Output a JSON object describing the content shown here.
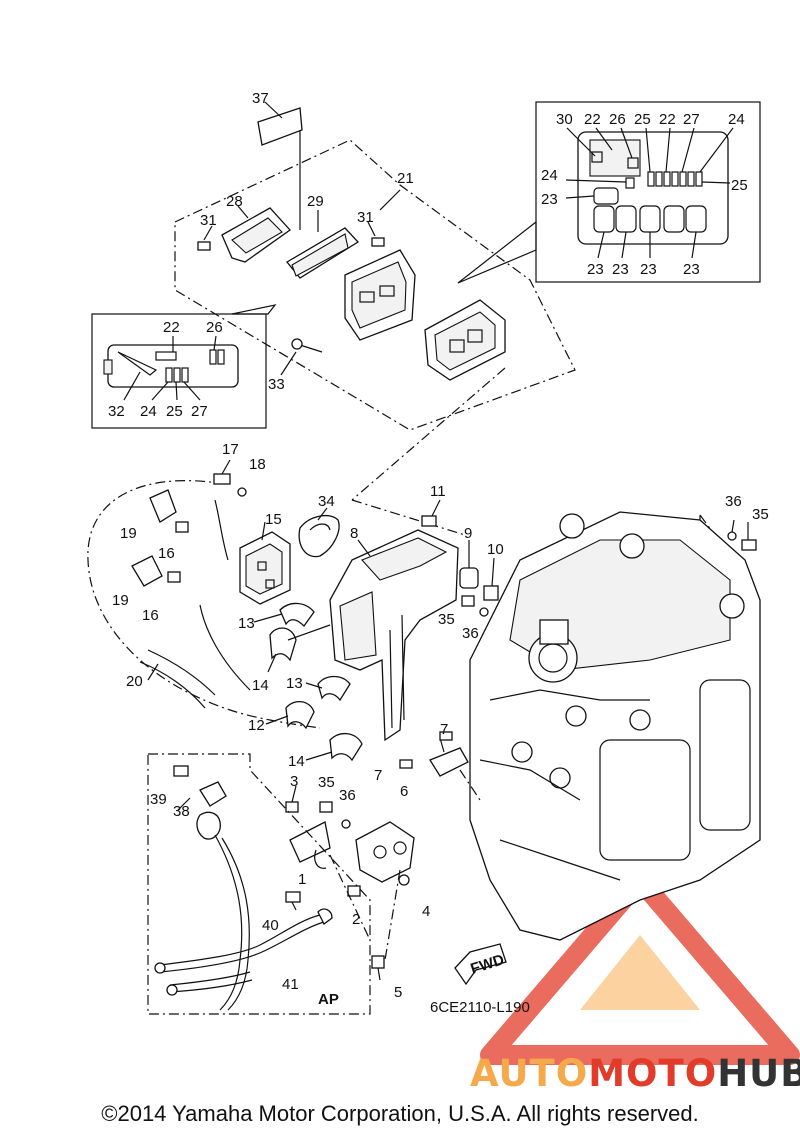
{
  "diagram": {
    "code": "6CE2110-L190",
    "fwd_label": "FWD",
    "ap_label": "AP",
    "callouts": {
      "n37": "37",
      "n21": "21",
      "n28": "28",
      "n29": "29",
      "n31a": "31",
      "n31b": "31",
      "n33": "33",
      "inset_top": {
        "n30": "30",
        "n22a": "22",
        "n26": "26",
        "n25a": "25",
        "n22b": "22",
        "n27": "27",
        "n24a": "24",
        "n24b": "24",
        "n25b": "25",
        "n23a": "23",
        "n23b": "23",
        "n23c": "23",
        "n23d": "23",
        "n23e": "23"
      },
      "inset_left": {
        "n22": "22",
        "n26": "26",
        "n32": "32",
        "n24": "24",
        "n25": "25",
        "n27": "27"
      },
      "n17": "17",
      "n18": "18",
      "n19a": "19",
      "n19b": "19",
      "n16a": "16",
      "n16b": "16",
      "n15": "15",
      "n34": "34",
      "n8": "8",
      "n11": "11",
      "n9": "9",
      "n10": "10",
      "n35a": "35",
      "n36a": "36",
      "n36b": "36",
      "n35b": "35",
      "n13a": "13",
      "n13b": "13",
      "n14a": "14",
      "n14b": "14",
      "n12": "12",
      "n20": "20",
      "n7a": "7",
      "n7b": "7",
      "n6": "6",
      "n39": "39",
      "n38": "38",
      "n3": "3",
      "n35c": "35",
      "n36c": "36",
      "n1": "1",
      "n2": "2",
      "n4": "4",
      "n40": "40",
      "n41": "41",
      "n5": "5"
    }
  },
  "watermark": {
    "part1": "AUTO",
    "part2": "MOTO",
    "part3": "HUB",
    "colors": {
      "orange": "#f6a94a",
      "red": "#e33b2a",
      "dark": "#333333"
    }
  },
  "footer": {
    "copyright": "©2014 Yamaha Motor Corporation, U.S.A. All rights reserved."
  }
}
